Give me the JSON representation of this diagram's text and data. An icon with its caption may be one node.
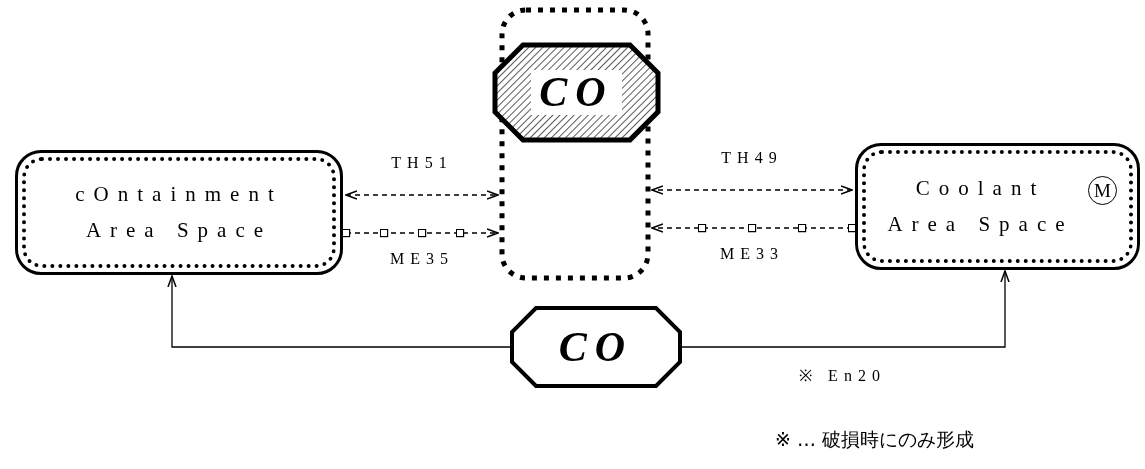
{
  "diagram": {
    "nodes": [
      {
        "text": [
          "cOntainment Area Space"
        ]
      },
      {
        "text": [],
        "shape": "box"
      },
      {
        "text": [
          "CO"
        ],
        "in": 1
      },
      {
        "text": [
          "Coolant Area Space",
          "M"
        ]
      },
      {
        "text": [
          "CO"
        ]
      }
    ],
    "edges": [
      {
        "from": 0,
        "to": 1,
        "arrow": "both",
        "style": "dashed",
        "label": "TH51"
      },
      {
        "from": 0,
        "to": 1,
        "arrow": "to",
        "style": "dashed",
        "label": "ME35"
      },
      {
        "from": 3,
        "to": 1,
        "arrow": "both",
        "style": "dashed",
        "label": "TH49"
      },
      {
        "from": 3,
        "to": 1,
        "arrow": "to",
        "style": "dashed",
        "label": "ME33"
      },
      {
        "from": 4,
        "to": 0,
        "arrow": "to"
      },
      {
        "from": 4,
        "to": 3,
        "arrow": "to",
        "label": "※ En20"
      }
    ],
    "labels": [
      "※ … 破損時にのみ形成"
    ]
  }
}
